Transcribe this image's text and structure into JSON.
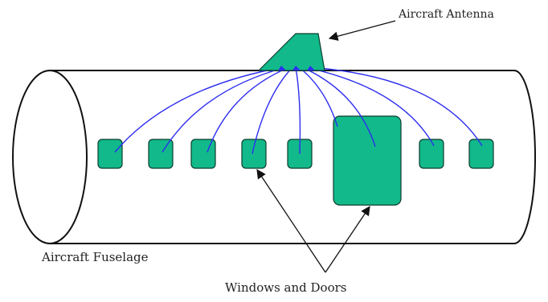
{
  "labels": {
    "antenna": "Aircraft Antenna",
    "fuselage": "Aircraft Fuselage",
    "openings": "Windows and Doors"
  },
  "colors": {
    "opening_fill": "#12b98b",
    "ray": "#2d2df0",
    "outline": "#111111"
  }
}
